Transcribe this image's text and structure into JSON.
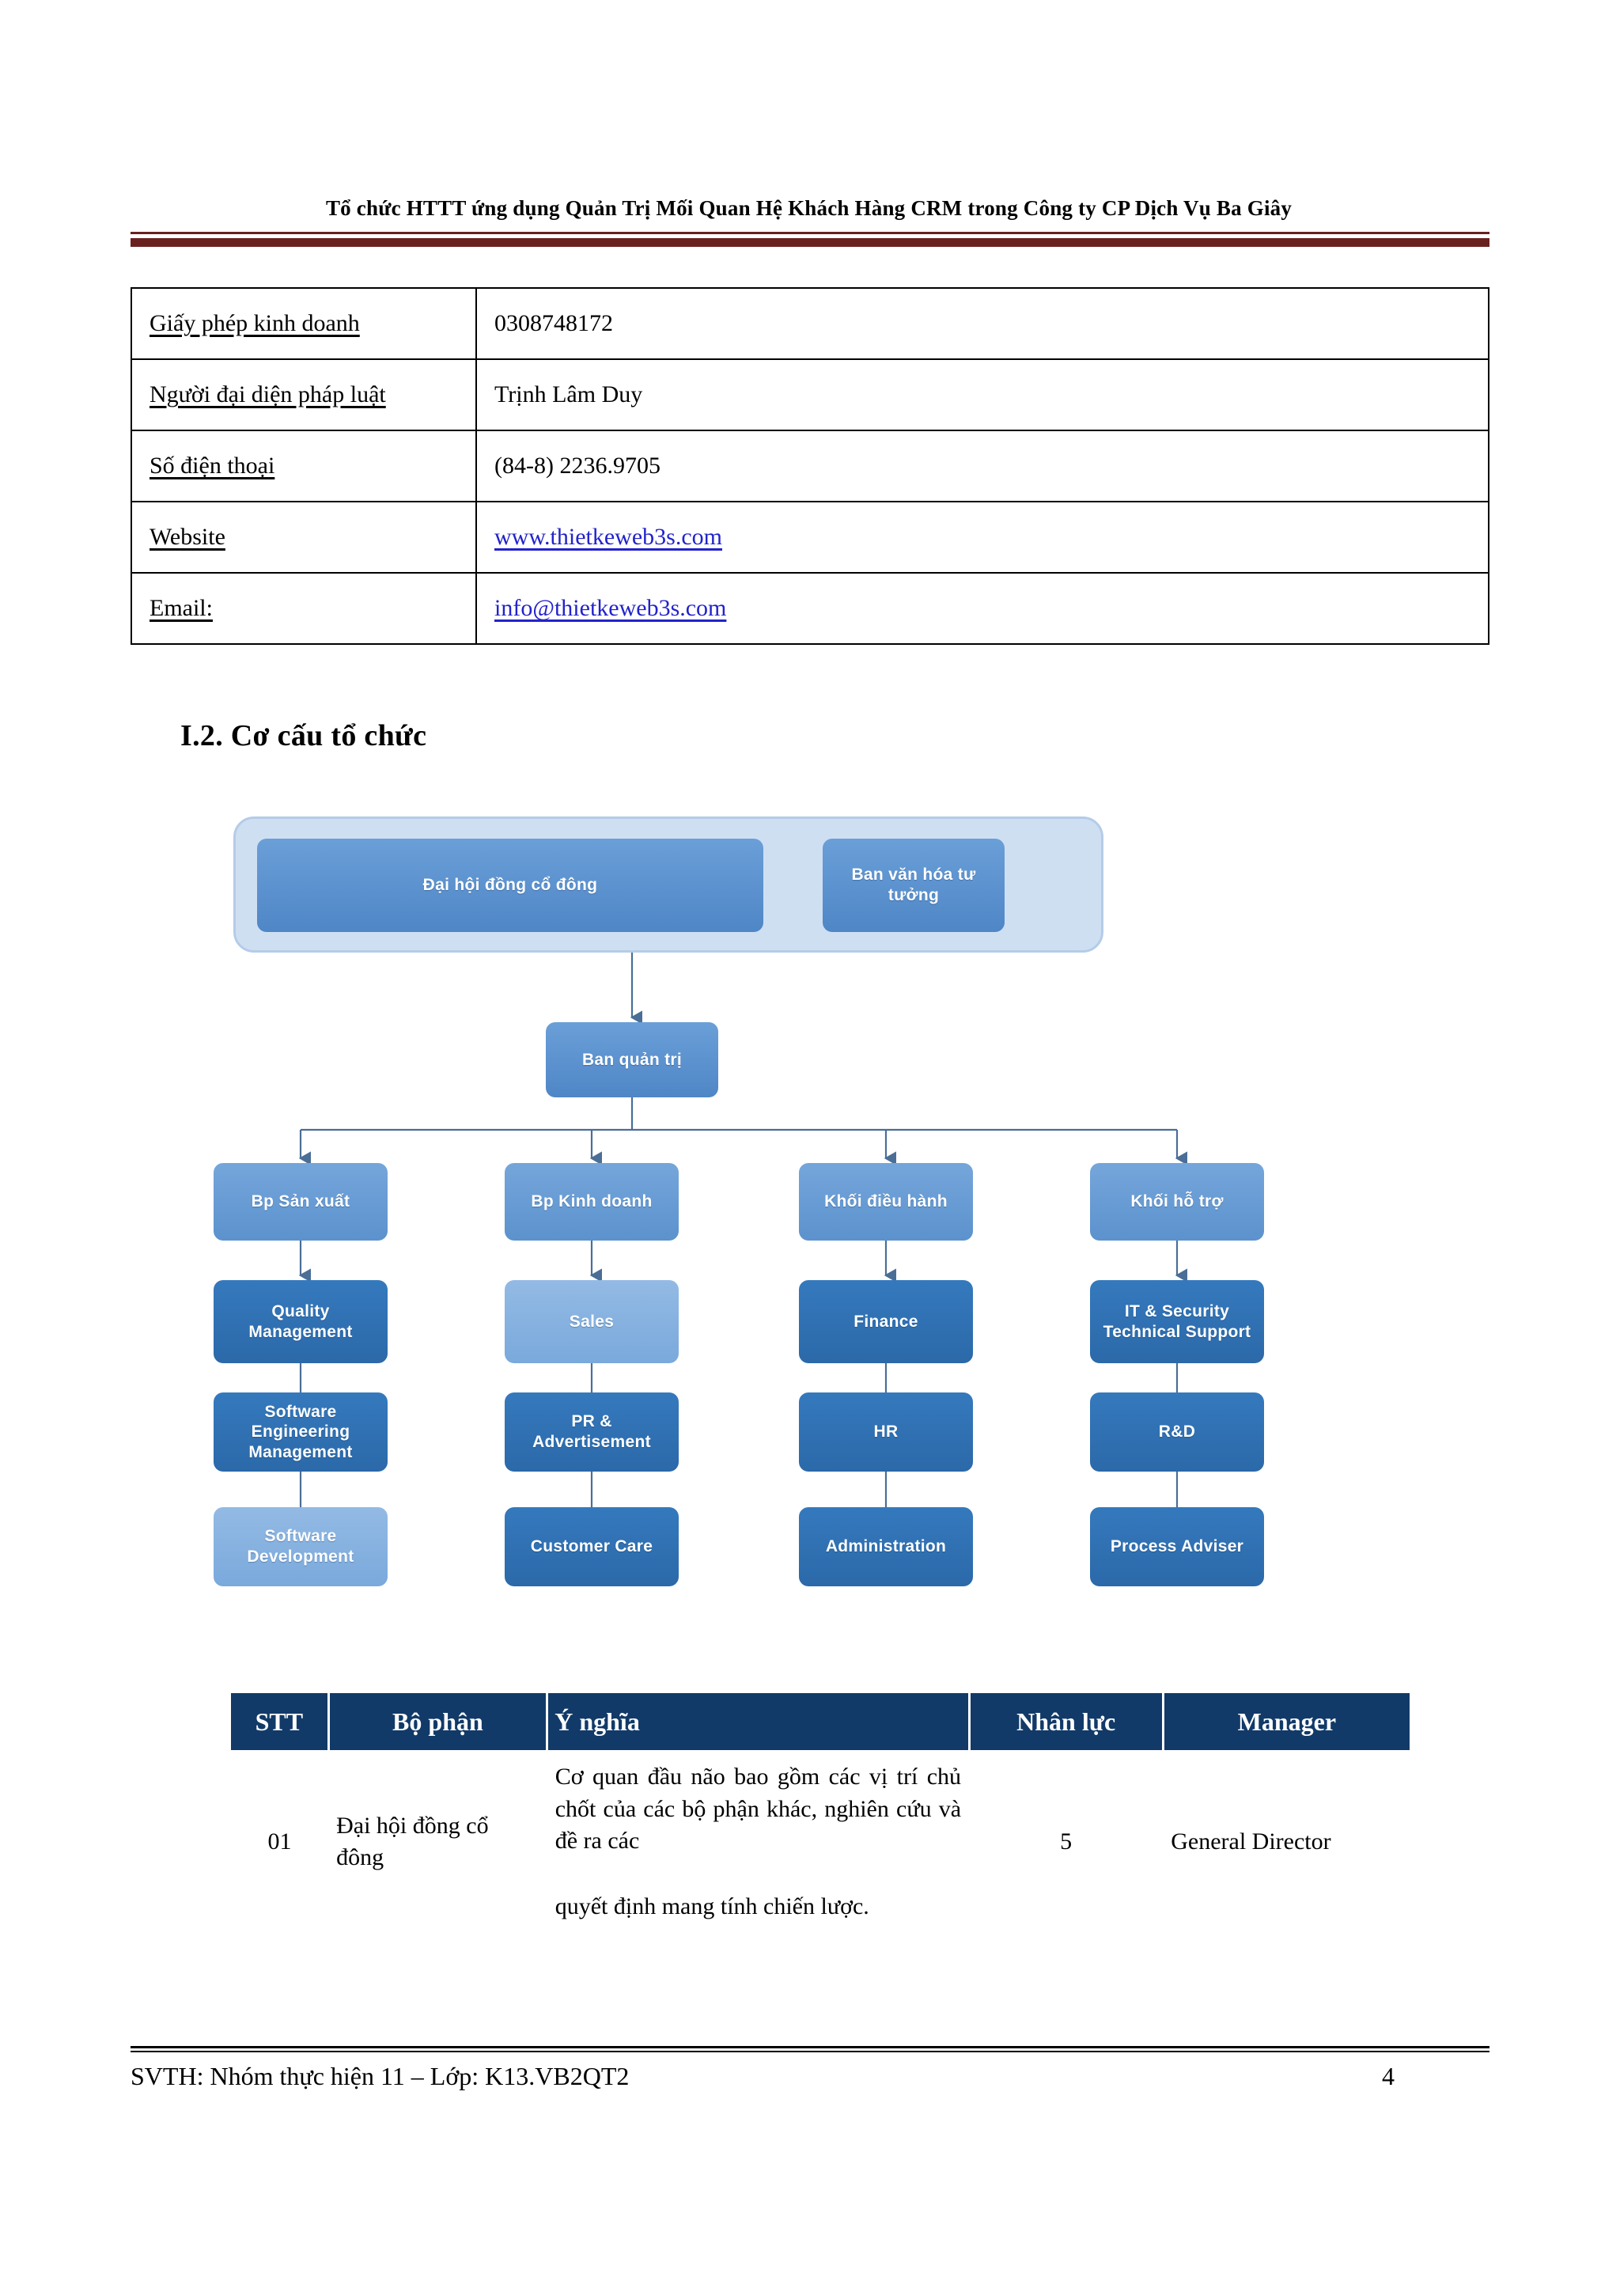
{
  "header": {
    "title": "Tổ chức HTTT ứng dụng Quản Trị Mối Quan Hệ Khách Hàng CRM trong Công ty CP Dịch Vụ Ba Giây"
  },
  "info_table": {
    "rows": [
      {
        "label": "Giấy phép kinh doanh",
        "value": "0308748172",
        "is_link": false
      },
      {
        "label": "Người đại diện pháp luật",
        "value": "Trịnh Lâm Duy",
        "is_link": false
      },
      {
        "label": "Số điện thoại",
        "value": "(84-8) 2236.9705",
        "is_link": false
      },
      {
        "label": "Website",
        "value": "www.thietkeweb3s.com",
        "is_link": true
      },
      {
        "label": "Email:",
        "value": "info@thietkeweb3s.com",
        "is_link": true
      }
    ]
  },
  "section": {
    "heading": "I.2. Cơ cấu tổ chức"
  },
  "orgchart": {
    "top": {
      "assembly": "Đại hội đồng cổ đông",
      "culture_board": "Ban văn hóa tư tưởng",
      "management_board": "Ban quản trị"
    },
    "columns": [
      {
        "head": "Bp Sản xuất",
        "items": [
          "Quality Management",
          "Software Engineering Management",
          "Software Development"
        ]
      },
      {
        "head": "Bp Kinh doanh",
        "items": [
          "Sales",
          "PR & Advertisement",
          "Customer Care"
        ]
      },
      {
        "head": "Khối điều hành",
        "items": [
          "Finance",
          "HR",
          "Administration"
        ]
      },
      {
        "head": "Khối hỗ trợ",
        "items": [
          "IT & Security Technical Support",
          "R&D",
          "Process Adviser"
        ]
      }
    ],
    "colors": {
      "container": "#cfdff2",
      "node_mid": "#5c92cd",
      "node_dark": "#2b69a9",
      "node_light": "#7aa9dc",
      "text": "#ffffff"
    }
  },
  "data_table": {
    "columns": [
      "STT",
      "Bộ phận",
      "Ý nghĩa",
      "Nhân lực",
      "Manager"
    ],
    "rows": [
      {
        "stt": "01",
        "bo_phan": "Đại hội đồng cổ đông",
        "y_nghia_main": "Cơ quan đầu não bao  gồm các vị trí chủ chốt của các bộ phận khác, nghiên cứu và đề ra các",
        "y_nghia_tail": "quyết định mang tính chiến lược.",
        "nhan_luc": "5",
        "manager": "General Director"
      }
    ],
    "header_color": "#123a68"
  },
  "footer": {
    "left": "SVTH: Nhóm thực hiện 11 – Lớp: K13.VB2QT2",
    "page": "4"
  }
}
